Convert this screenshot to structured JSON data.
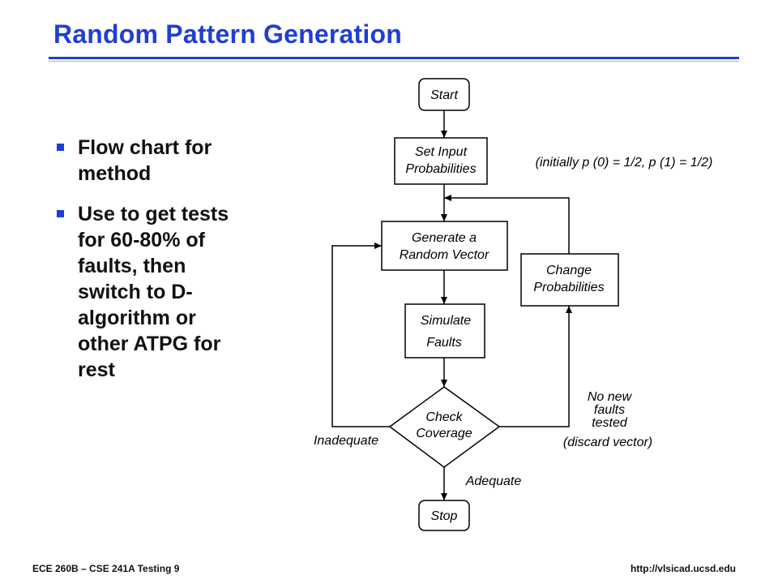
{
  "title": "Random Pattern Generation",
  "bullets": [
    {
      "lines": [
        "Flow chart for",
        "method"
      ]
    },
    {
      "lines": [
        "Use to get tests",
        "for 60-80% of",
        "faults, then",
        "switch to D-",
        "algorithm or",
        "other ATPG for",
        "rest"
      ]
    }
  ],
  "flowchart": {
    "start": "Start",
    "set_input": [
      "Set Input",
      "Probabilities"
    ],
    "initial_note": "(initially p (0) = 1/2, p (1) = 1/2)",
    "generate": [
      "Generate a",
      "Random Vector"
    ],
    "change": [
      "Change",
      "Probabilities"
    ],
    "simulate": [
      "Simulate",
      "Faults"
    ],
    "check": [
      "Check",
      "Coverage"
    ],
    "inadequate": "Inadequate",
    "no_new": [
      "No new",
      "faults",
      "tested"
    ],
    "discard": "(discard vector)",
    "adequate": "Adequate",
    "stop": "Stop"
  },
  "footer": {
    "left": "ECE 260B – CSE 241A Testing 9",
    "right": "http://vlsicad.ucsd.edu"
  },
  "colors": {
    "accent": "#1f3fd4",
    "text": "#000000"
  }
}
